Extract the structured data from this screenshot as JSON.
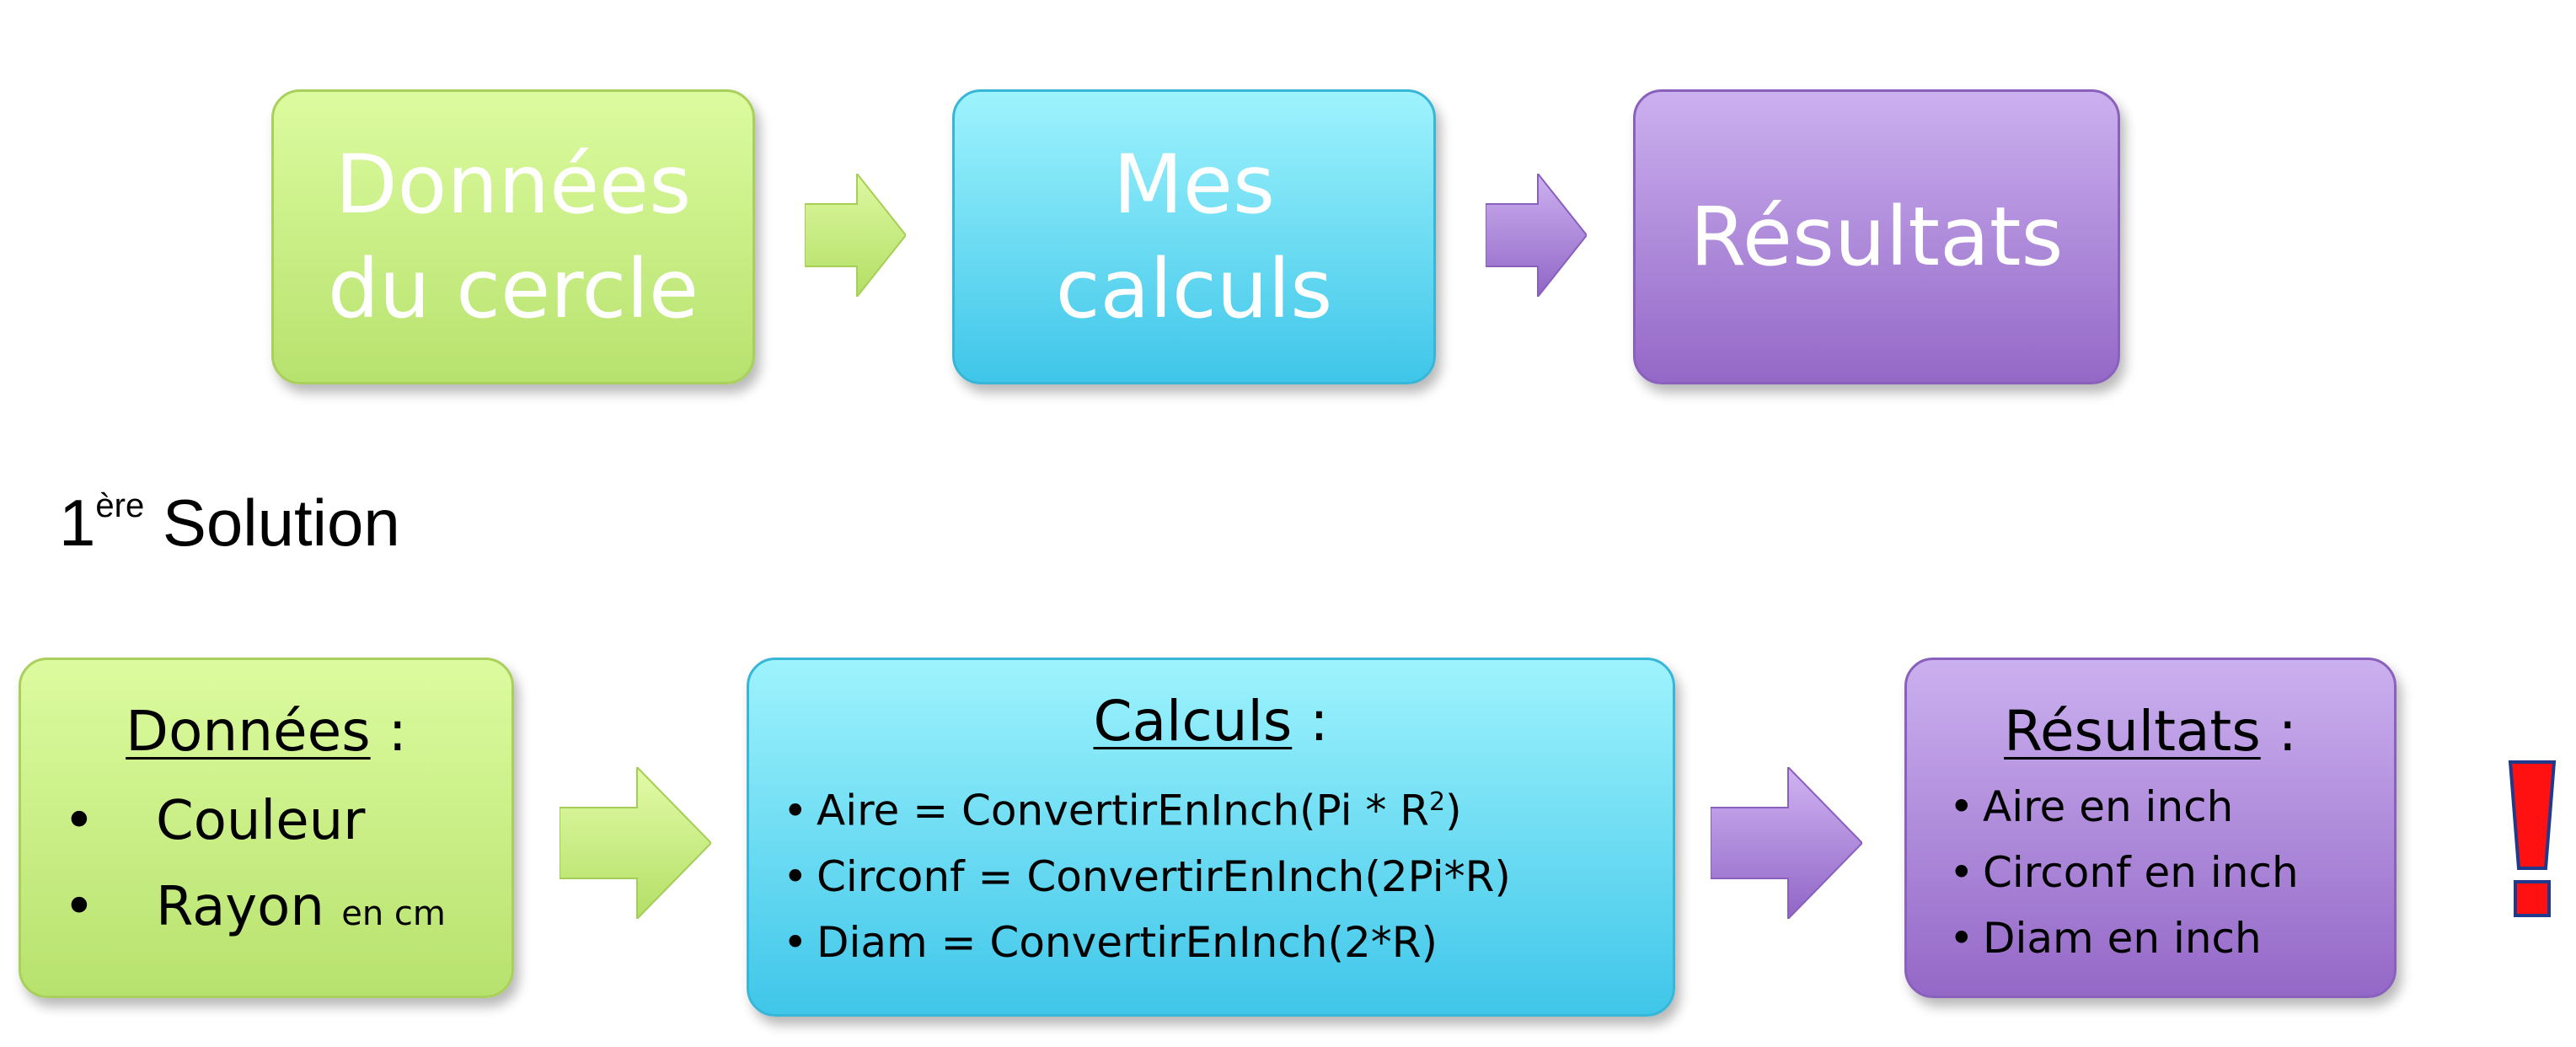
{
  "top_row": {
    "box1": {
      "line1": "Données",
      "line2": "du cercle"
    },
    "box2": {
      "line1": "Mes",
      "line2": "calculs"
    },
    "box3": {
      "line1": "Résultats"
    }
  },
  "solution_heading": {
    "number": "1",
    "superscript": "ère",
    "text": "Solution"
  },
  "bottom_row": {
    "donnees": {
      "title": "Données",
      "title_suffix": " :",
      "bullet": "•",
      "items": [
        {
          "label": "Couleur",
          "unit": ""
        },
        {
          "label": "Rayon",
          "unit": "en cm"
        }
      ]
    },
    "calculs": {
      "title": "Calculs",
      "title_suffix": " :",
      "bullet": "•",
      "items": [
        {
          "text": "Aire = ConvertirEnInch(Pi * R",
          "sup": "2",
          "end": ")"
        },
        {
          "text": "Circonf = ConvertirEnInch(2Pi*R)"
        },
        {
          "text": "Diam = ConvertirEnInch(2*R)"
        }
      ]
    },
    "resultats": {
      "title": "Résultats",
      "title_suffix": " :",
      "bullet": "•",
      "items": [
        "Aire  en inch",
        "Circonf en inch",
        "Diam en inch"
      ]
    }
  },
  "warning_mark": "!",
  "colors": {
    "green": "#c4ea7f",
    "cyan": "#5fd6f2",
    "purple": "#a982d9",
    "exclamation": "#ff1111"
  }
}
